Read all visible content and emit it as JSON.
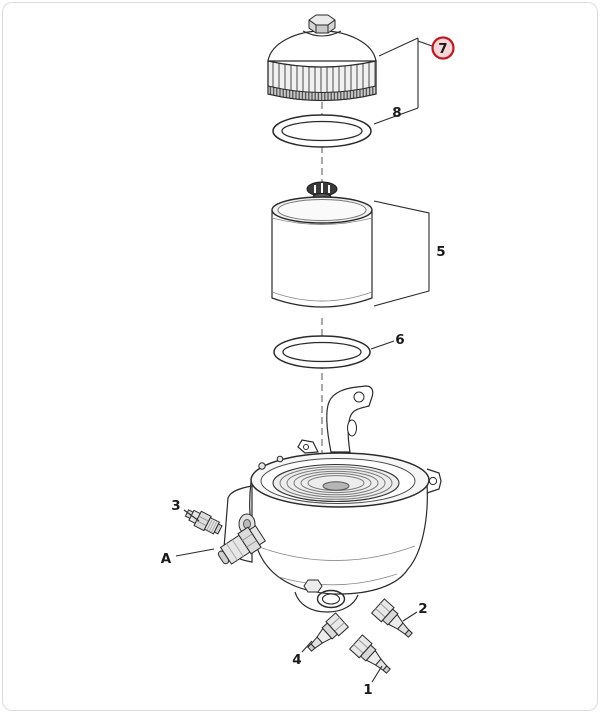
{
  "diagram": {
    "callouts": {
      "c1": "1",
      "c2": "2",
      "c3": "3",
      "c4": "4",
      "c5": "5",
      "c6": "6",
      "c7": "7",
      "c8": "8",
      "cA": "A"
    },
    "colors": {
      "highlight": "#c4161c",
      "line": "#2a2a2a"
    }
  }
}
